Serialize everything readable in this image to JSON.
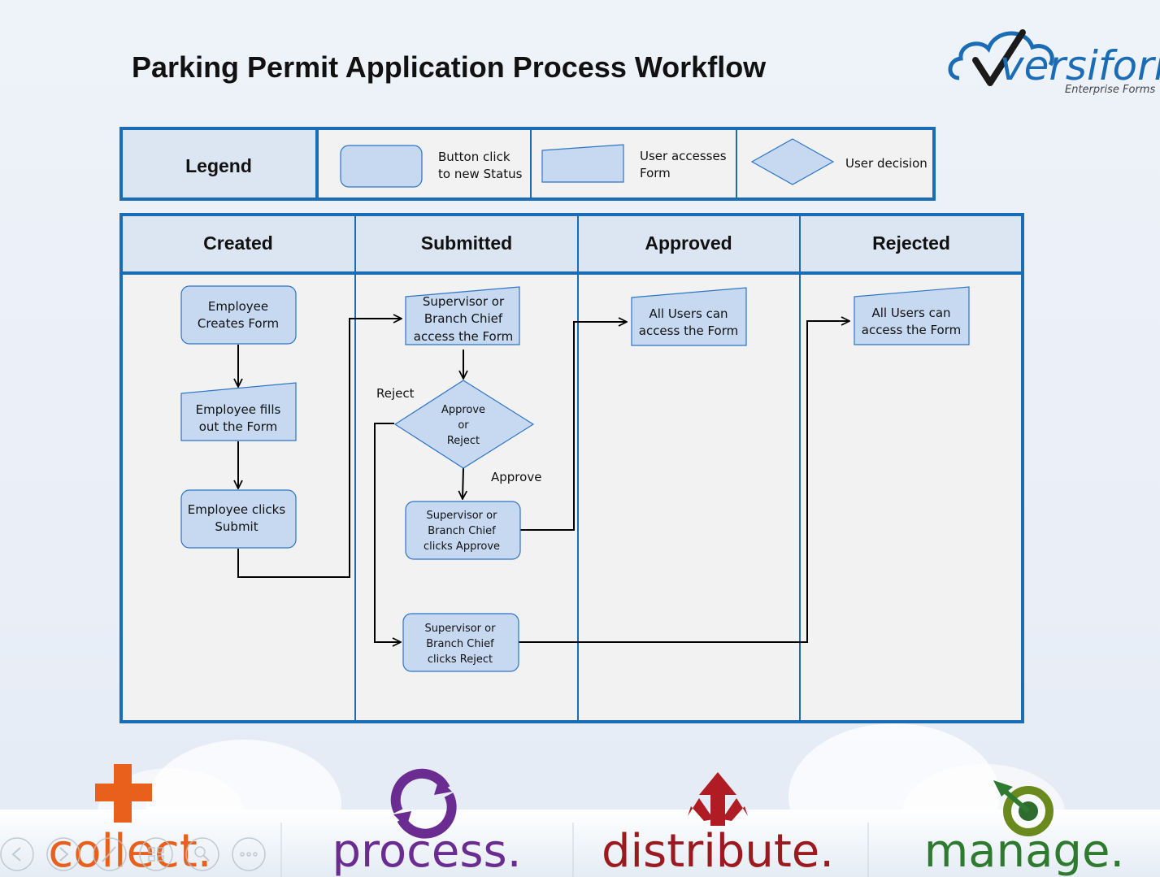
{
  "title": "Parking Permit Application Process Workflow",
  "logo": {
    "brand": "versiform",
    "tagline": "Enterprise Forms"
  },
  "legend": {
    "heading": "Legend",
    "button_line1": "Button click",
    "button_line2": "to new Status",
    "access_line1": "User accesses",
    "access_line2": "Form",
    "decision": "User decision"
  },
  "lanes": [
    "Created",
    "Submitted",
    "Approved",
    "Rejected"
  ],
  "nodes": {
    "employee_creates": [
      "Employee",
      "Creates Form"
    ],
    "employee_fills": [
      "Employee fills",
      "out the Form"
    ],
    "employee_submit": [
      "Employee clicks",
      "Submit"
    ],
    "supervisor_access": [
      "Supervisor or",
      "Branch Chief",
      "access the Form"
    ],
    "decision": [
      "Approve",
      "or",
      "Reject"
    ],
    "supervisor_approve": [
      "Supervisor  or",
      "Branch Chief",
      "clicks Approve"
    ],
    "supervisor_reject": [
      "Supervisor  or",
      "Branch Chief",
      "clicks Reject"
    ],
    "approved_access": [
      "All Users can",
      "access the Form"
    ],
    "rejected_access": [
      "All Users can",
      "access the Form"
    ]
  },
  "edge_labels": {
    "reject": "Reject",
    "approve": "Approve"
  },
  "footer": [
    "collect.",
    "process.",
    "distribute.",
    "manage."
  ],
  "colors": {
    "border": "#1a6db5",
    "shape_fill": "#c6d9f1",
    "shape_stroke": "#2e75c6",
    "header_fill": "#dce6f2",
    "lane_fill": "#f2f2f2",
    "collect": "#e8601c",
    "process": "#6b2c91",
    "distribute": "#9c1a1f",
    "manage": "#2e7a2e"
  }
}
